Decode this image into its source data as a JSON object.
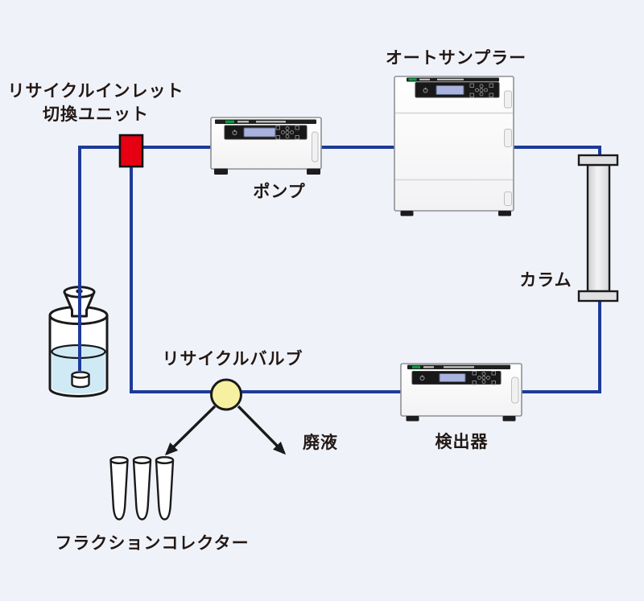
{
  "diagram": {
    "labels": {
      "recycle_inlet_unit": {
        "line1": "リサイクルインレット",
        "line2": "切換ユニット"
      },
      "pump": "ポンプ",
      "autosampler": "オートサンプラー",
      "column": "カラム",
      "recycle_valve": "リサイクルバルブ",
      "waste": "廃液",
      "detector": "検出器",
      "fraction_collector": "フラクションコレクター"
    },
    "colors": {
      "background": "#eff3f9",
      "flow_line": "#1e3a99",
      "switch_unit": "#e60012",
      "valve": "#f5f1a0",
      "solvent": "#cfeaf5",
      "device_badge_green": "#00a23e",
      "lcd_screen": "#a9b3dd",
      "outline": "#1a1a1a",
      "label_text": "#231815"
    }
  }
}
